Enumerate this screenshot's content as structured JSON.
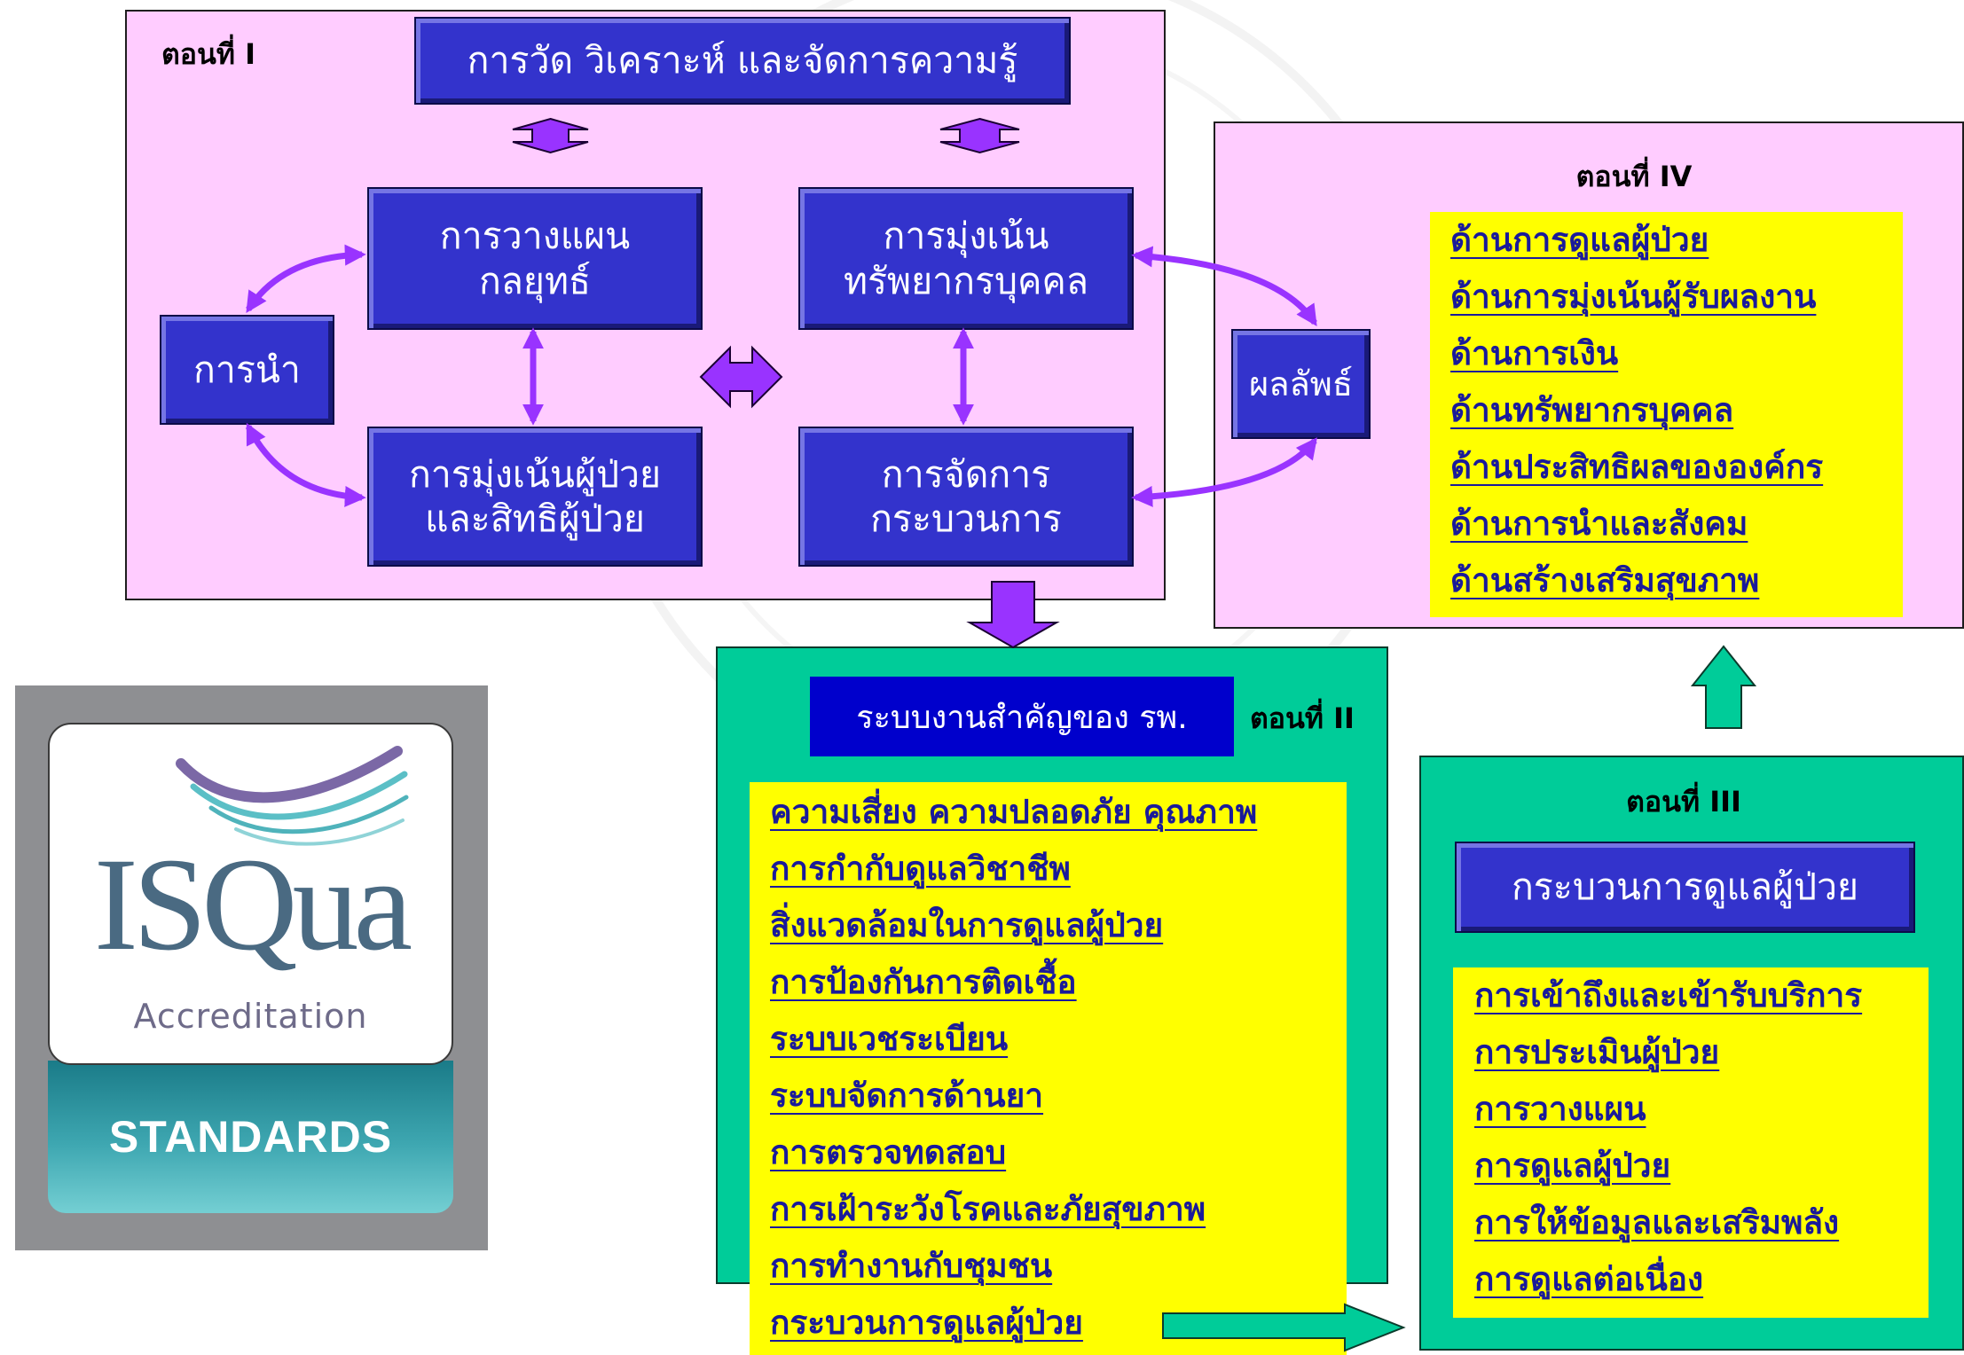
{
  "part_1": {
    "label": "ตอนที่ I",
    "title": "การวัด วิเคราะห์ และจัดการความรู้",
    "leadership": "การนำ",
    "strategic_planning": [
      "การวางแผน",
      "กลยุทธ์"
    ],
    "workforce_focus": [
      "การมุ่งเน้น",
      "ทรัพยากรบุคคล"
    ],
    "patient_focus": [
      "การมุ่งเน้นผู้ป่วย",
      "และสิทธิผู้ป่วย"
    ],
    "process_management": [
      "การจัดการ",
      "กระบวนการ"
    ]
  },
  "part_2": {
    "label": "ตอนที่ II",
    "title": "ระบบงานสำคัญของ รพ.",
    "items": [
      "ความเสี่ยง ความปลอดภัย คุณภาพ",
      "การกำกับดูแลวิชาชีพ",
      "สิ่งแวดล้อมในการดูแลผู้ป่วย",
      "การป้องกันการติดเชื้อ",
      "ระบบเวชระเบียน",
      "ระบบจัดการด้านยา",
      "การตรวจทดสอบ",
      "การเฝ้าระวังโรคและภัยสุขภาพ",
      "การทำงานกับชุมชน",
      "กระบวนการดูแลผู้ป่วย"
    ]
  },
  "part_3": {
    "label": "ตอนที่ III",
    "title": "กระบวนการดูแลผู้ป่วย",
    "items": [
      "การเข้าถึงและเข้ารับบริการ",
      "การประเมินผู้ป่วย",
      "การวางแผน",
      "การดูแลผู้ป่วย",
      "การให้ข้อมูลและเสริมพลัง",
      "การดูแลต่อเนื่อง"
    ]
  },
  "part_4": {
    "label": "ตอนที่ IV",
    "results": "ผลลัพธ์",
    "items": [
      "ด้านการดูแลผู้ป่วย",
      "ด้านการมุ่งเน้นผู้รับผลงาน",
      "ด้านการเงิน",
      "ด้านทรัพยากรบุคคล",
      "ด้านประสิทธิผลขององค์กร",
      "ด้านการนำและสังคม",
      "ด้านสร้างเสริมสุขภาพ"
    ]
  },
  "logo": {
    "wordmark": "ISQua",
    "subtitle": "Accreditation",
    "band": "STANDARDS"
  },
  "colors": {
    "part_i_iv_bg": "#FFCCFF",
    "part_ii_iii_bg": "#00CC99",
    "blue_box": "#3333CC",
    "title_bar_blue": "#0000CC",
    "list_bg": "#FFFF00",
    "list_text": "#1A1A9A",
    "arrow_purple": "#9933FF",
    "arrow_green": "#00CC99",
    "logo_frame": "#8E8F92"
  }
}
